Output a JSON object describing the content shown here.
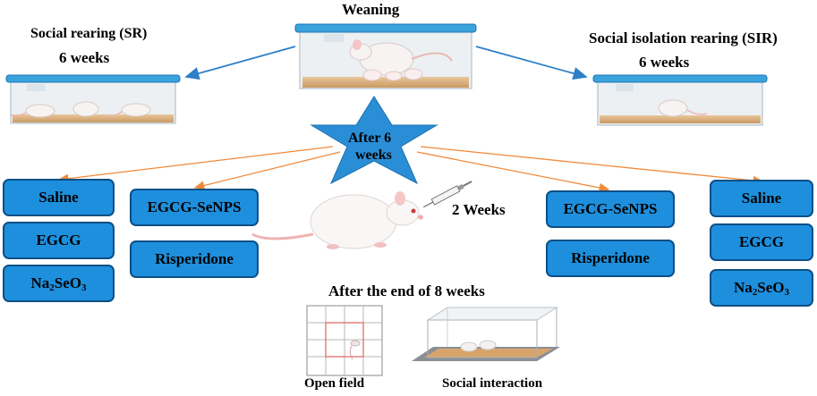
{
  "title": "Weaning",
  "left_group": {
    "name": "Social rearing (SR)",
    "duration": "6 weeks"
  },
  "right_group": {
    "name": "Social isolation rearing (SIR)",
    "duration": "6 weeks"
  },
  "star_text_line1": "After 6",
  "star_text_line2": "weeks",
  "injection_duration": "2 Weeks",
  "left_outer_boxes": [
    "Saline",
    "EGCG",
    "Na2SeO3"
  ],
  "left_inner_boxes": [
    "EGCG-SeNPS",
    "Risperidone"
  ],
  "right_inner_boxes": [
    "EGCG-SeNPS",
    "Risperidone"
  ],
  "right_outer_boxes": [
    "Saline",
    "EGCG",
    "Na2SeO3"
  ],
  "final_stage": "After the end of 8 weeks",
  "tests": [
    "Open field",
    "Social interaction"
  ],
  "colors": {
    "box_fill": "#1e8fdd",
    "box_border": "#0d4f86",
    "star": "#2a8ed6",
    "blue_arrow": "#2c7fc8",
    "orange_arrow": "#f08a3a",
    "cage_lid": "#3aa3dc"
  }
}
